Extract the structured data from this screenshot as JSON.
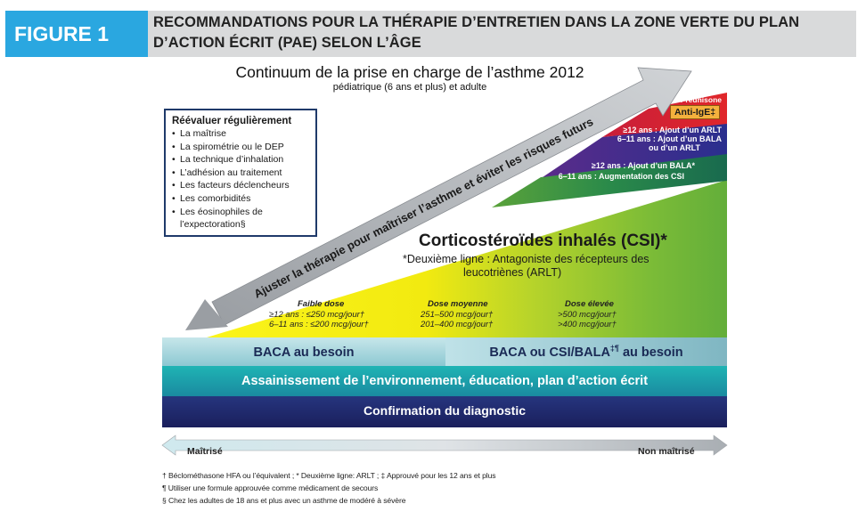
{
  "header": {
    "figure_label": "FIGURE 1",
    "title_line1": "RECOMMANDATIONS POUR LA THÉRAPIE D’ENTRETIEN DANS LA ZONE VERTE DU PLAN",
    "title_line2": "D’ACTION ÉCRIT (PAE) SELON L’ÂGE"
  },
  "continuum": {
    "title": "Continuum de la prise en charge de l’asthme 2012",
    "subtitle": "pédiatrique (6 ans et plus) et adulte"
  },
  "reassess": {
    "title": "Réévaluer régulièrement",
    "bullet": "•",
    "items": [
      "La maîtrise",
      "La spirométrie ou le DEP",
      "La technique d’inhalation",
      "L’adhésion au traitement",
      "Les facteurs déclencheurs",
      "Les comorbidités",
      "Les éosinophiles de",
      "l’expectoration§"
    ]
  },
  "arrow_text": "Ajuster la thérapie pour maîtriser l’asthme et éviter les risques futurs",
  "steps": {
    "prednisone": "Prednisone",
    "anti_ige": "Anti-IgE‡",
    "purple_l1": "≥12 ans : Ajout d’un ARLT",
    "purple_l2": "6–11 ans : Ajout d’un BALA",
    "purple_l3": "ou d’un ARLT",
    "green_l1": "≥12 ans : Ajout d’un BALA*",
    "green_l2": "6–11 ans : Augmentation des CSI"
  },
  "csi": {
    "title": "Corticostéroïdes inhalés (CSI)*",
    "second_line1": "*Deuxième ligne : Antagoniste des récepteurs des",
    "second_line2": "leucotriènes (ARLT)"
  },
  "doses": [
    {
      "heading": "Faible dose",
      "l1": "≥12 ans : ≤250 mcg/jour†",
      "l2": "6–11 ans : ≤200 mcg/jour†"
    },
    {
      "heading": "Dose moyenne",
      "l1": "251–500 mcg/jour†",
      "l2": "201–400 mcg/jour†"
    },
    {
      "heading": "Dose élevée",
      "l1": ">500 mcg/jour†",
      "l2": ">400 mcg/jour†"
    }
  ],
  "layers": {
    "baca_left": "BACA au besoin",
    "baca_right_pre": "BACA ou CSI/BALA",
    "baca_right_sup": "‡¶",
    "baca_right_post": " au besoin",
    "assain": "Assainissement de l’environnement, éducation, plan d’action écrit",
    "confirm": "Confirmation du diagnostic"
  },
  "bottom_arrow": {
    "left": "Maîtrisé",
    "right": "Non maîtrisé"
  },
  "footnotes": [
    "† Béclométhasone HFA ou l’équivalent ; * Deuxième ligne: ARLT ; ‡ Approuvé pour les 12 ans et plus",
    "¶ Utiliser une formule approuvée comme médicament de secours",
    "§ Chez les adultes de 18 ans et plus avec un asthme de modéré à sévère"
  ],
  "colors": {
    "header_blue": "#2aa7e0",
    "header_grey": "#d9dadb",
    "yellow": "#f3ea12",
    "green": "#6fb63a",
    "dark_green": "#1c6f4c",
    "purple": "#3c2c8c",
    "red": "#d8232a",
    "navy": "#1f2a6e",
    "teal": "#1fa0a7"
  }
}
